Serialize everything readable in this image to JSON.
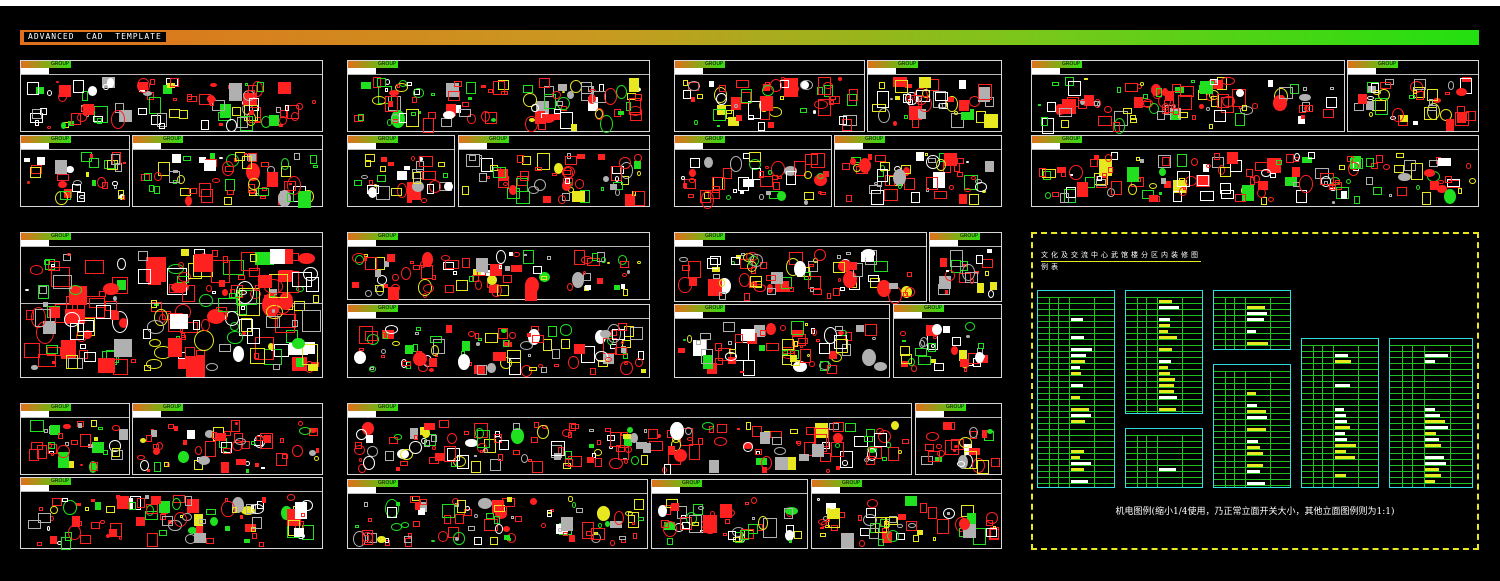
{
  "header": {
    "title": "ADVANCED  CAD  TEMPLATE"
  },
  "panel_tab_label": "GROUP",
  "legend": {
    "title": "文化及交流中心武馆楼分区内装修图",
    "subtitle": "例表",
    "note": "机电图例(缩小1/4使用，乃正常立面开关大小，其他立面图例则为1:1)"
  },
  "colors": {
    "background": "#000000",
    "block": "#ff2020",
    "accent_yellow": "#e8e820",
    "table_cyan": "#30e0e0",
    "table_green": "#20c020"
  }
}
